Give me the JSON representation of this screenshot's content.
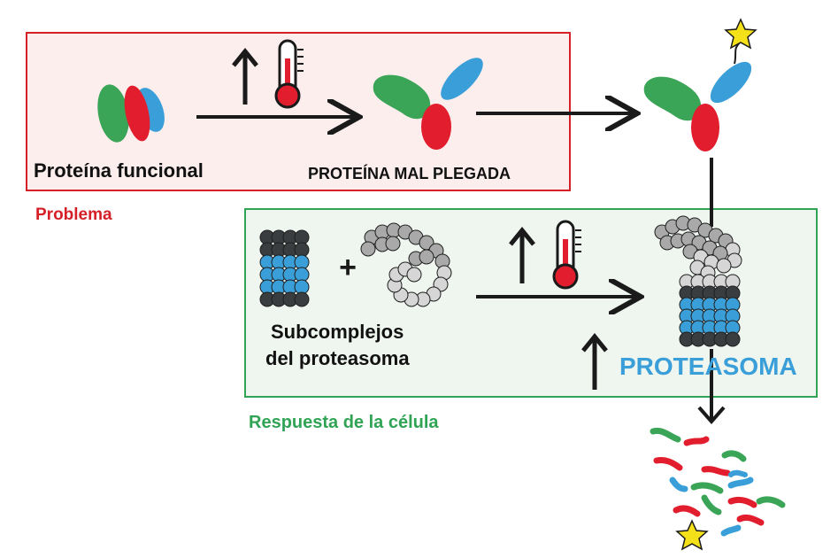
{
  "problem_section": {
    "label": "Problema",
    "functional_protein_label": "Proteína funcional",
    "misfolded_protein_label": "PROTEÍNA MAL PLEGADA"
  },
  "response_section": {
    "label": "Respuesta de la célula",
    "subcomplexes_label_line1": "Subcomplejos",
    "subcomplexes_label_line2": "del proteasoma",
    "plus_sign": "+",
    "proteasome_label": "PROTEASOMA"
  },
  "colors": {
    "problem_red": "#d62028",
    "problem_fill": "#fdeeee",
    "response_green": "#31a354",
    "response_fill": "#eef6ef",
    "protein_green": "#3aa457",
    "protein_red": "#e21d2e",
    "protein_blue": "#3a9fd9",
    "proteasome_blue": "#3a9fd9",
    "proteasome_dark": "#3a3d40",
    "ubiquitin_star": "#f5e11a"
  },
  "icons": [
    "thermometer-icon",
    "up-arrow-icon",
    "star-icon"
  ]
}
